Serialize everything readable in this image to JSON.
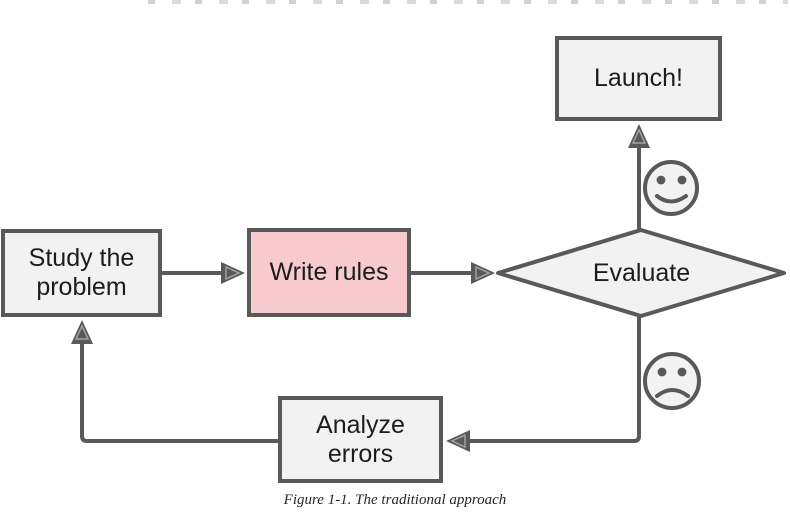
{
  "caption": "Figure 1-1. The traditional approach",
  "nodes": {
    "study": {
      "label": "Study the\nproblem"
    },
    "write_rules": {
      "label": "Write rules"
    },
    "evaluate": {
      "label": "Evaluate"
    },
    "launch": {
      "label": "Launch!"
    },
    "analyze_errors": {
      "label": "Analyze\nerrors"
    }
  },
  "icons": {
    "happy_face": "smiley-happy-icon",
    "sad_face": "smiley-sad-icon"
  },
  "colors": {
    "line": "#595959",
    "node_fill": "#f2f2f2",
    "pink_fill": "#f7cbce",
    "text": "#1c1c1c",
    "caption_text": "#262626",
    "inner_arrow": "#a6a6a6"
  }
}
